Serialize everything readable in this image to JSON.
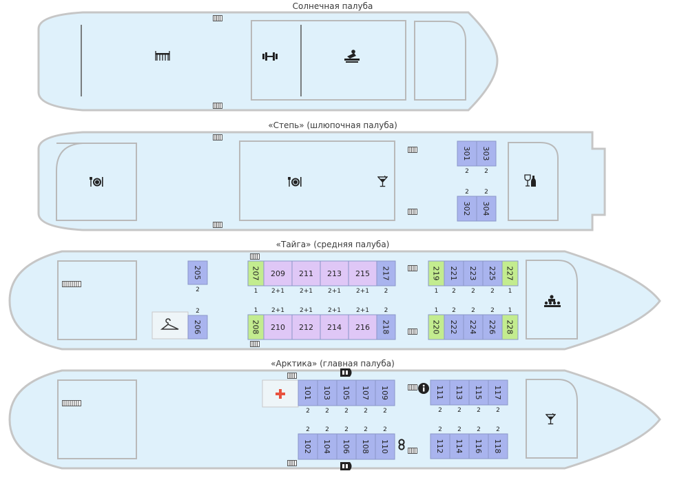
{
  "decks": {
    "sun": {
      "title": "Солнечная палуба"
    },
    "step": {
      "title": "«Степь» (шлюпочная палуба)"
    },
    "taiga": {
      "title": "«Тайга» (средняя палуба)"
    },
    "arktika": {
      "title": "«Арктика» (главная палуба)"
    }
  },
  "colors": {
    "standard": "#a9b4ee",
    "single": "#c3ec8f",
    "triple": "#dfc7f6",
    "hull": "#dff1fb",
    "medical_cross": "#e8523f"
  },
  "icons": [
    "dining-table-icon",
    "fitness-icon",
    "massage-icon",
    "restaurant-icon",
    "cocktail-icon",
    "wine-bar-icon",
    "conference-icon",
    "wardrobe-icon",
    "medical-icon",
    "info-icon",
    "toilet-icon",
    "boarding-icon",
    "stairs-icon"
  ],
  "cabins": {
    "step": [
      {
        "n": "301",
        "cap": "2"
      },
      {
        "n": "303",
        "cap": "2"
      },
      {
        "n": "302",
        "cap": "2"
      },
      {
        "n": "304",
        "cap": "2"
      }
    ],
    "taiga": [
      {
        "n": "205",
        "cap": "2"
      },
      {
        "n": "206",
        "cap": "2"
      },
      {
        "n": "207",
        "cap": "1"
      },
      {
        "n": "209",
        "cap": "2+1"
      },
      {
        "n": "211",
        "cap": "2+1"
      },
      {
        "n": "213",
        "cap": "2+1"
      },
      {
        "n": "215",
        "cap": "2+1"
      },
      {
        "n": "217",
        "cap": "2"
      },
      {
        "n": "208",
        "cap": "1"
      },
      {
        "n": "210",
        "cap": "2+1"
      },
      {
        "n": "212",
        "cap": "2+1"
      },
      {
        "n": "214",
        "cap": "2+1"
      },
      {
        "n": "216",
        "cap": "2+1"
      },
      {
        "n": "218",
        "cap": "2"
      },
      {
        "n": "219",
        "cap": "1"
      },
      {
        "n": "221",
        "cap": "2"
      },
      {
        "n": "223",
        "cap": "2"
      },
      {
        "n": "225",
        "cap": "2"
      },
      {
        "n": "227",
        "cap": "1"
      },
      {
        "n": "220",
        "cap": "1"
      },
      {
        "n": "222",
        "cap": "2"
      },
      {
        "n": "224",
        "cap": "2"
      },
      {
        "n": "226",
        "cap": "2"
      },
      {
        "n": "228",
        "cap": "1"
      }
    ],
    "arktika": [
      {
        "n": "101",
        "cap": "2"
      },
      {
        "n": "103",
        "cap": "2"
      },
      {
        "n": "105",
        "cap": "2"
      },
      {
        "n": "107",
        "cap": "2"
      },
      {
        "n": "109",
        "cap": "2"
      },
      {
        "n": "102",
        "cap": "2"
      },
      {
        "n": "104",
        "cap": "2"
      },
      {
        "n": "106",
        "cap": "2"
      },
      {
        "n": "108",
        "cap": "2"
      },
      {
        "n": "110",
        "cap": "2"
      },
      {
        "n": "111",
        "cap": "2"
      },
      {
        "n": "113",
        "cap": "2"
      },
      {
        "n": "115",
        "cap": "2"
      },
      {
        "n": "117",
        "cap": "2"
      },
      {
        "n": "112",
        "cap": "2"
      },
      {
        "n": "114",
        "cap": "2"
      },
      {
        "n": "116",
        "cap": "2"
      },
      {
        "n": "118",
        "cap": "2"
      }
    ]
  }
}
